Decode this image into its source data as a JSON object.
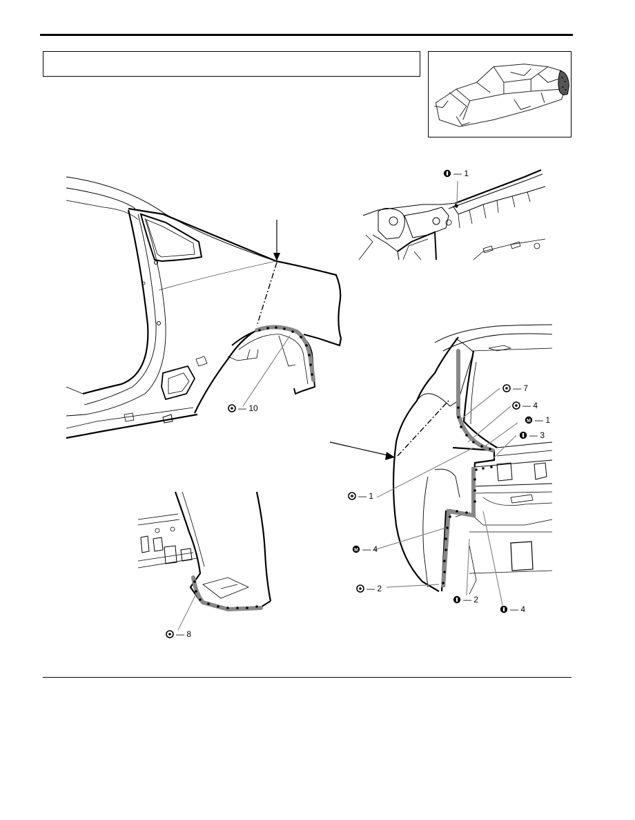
{
  "page": {
    "title_box_text": "",
    "thumbnail_icon": "car-body-quarter-panel-highlight"
  },
  "callouts": {
    "i1": "— 1",
    "o10": "— 10",
    "o7": "— 7",
    "o4": "— 4",
    "m1": "— 1",
    "i3": "— 3",
    "o1": "— 1",
    "m4": "— 4",
    "o2": "— 2",
    "i2": "— 2",
    "i4": "— 4",
    "o8": "— 8"
  },
  "weld_symbols": {
    "spot": "⊙",
    "m": "M",
    "i": "I"
  }
}
